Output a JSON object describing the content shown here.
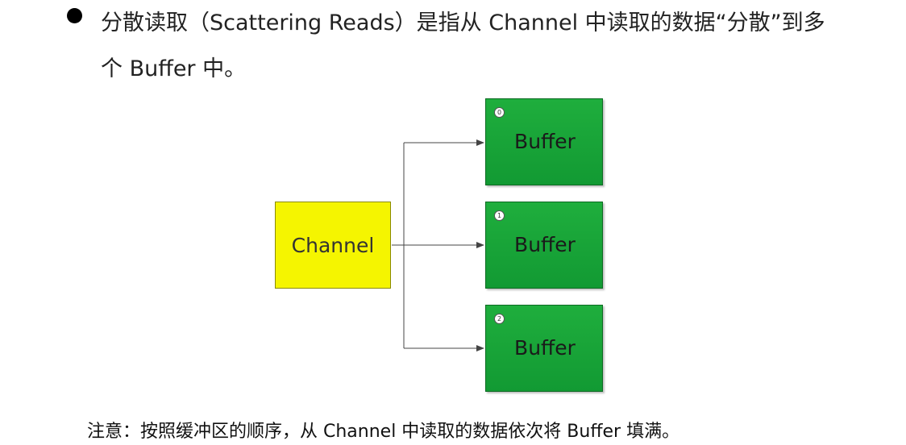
{
  "bullet": {
    "text": "分散读取（Scattering Reads）是指从 Channel 中读取的数据“分散”到多个 Buffer 中。"
  },
  "diagram": {
    "source": {
      "label": "Channel"
    },
    "buffers": [
      {
        "badge": "0",
        "label": "Buffer"
      },
      {
        "badge": "1",
        "label": "Buffer"
      },
      {
        "badge": "2",
        "label": "Buffer"
      }
    ],
    "colors": {
      "channel_fill": "#f5f500",
      "buffer_fill": "#1aa63a",
      "connector": "#444444"
    }
  },
  "note": {
    "text": "注意：按照缓冲区的顺序，从 Channel 中读取的数据依次将 Buffer 填满。"
  }
}
